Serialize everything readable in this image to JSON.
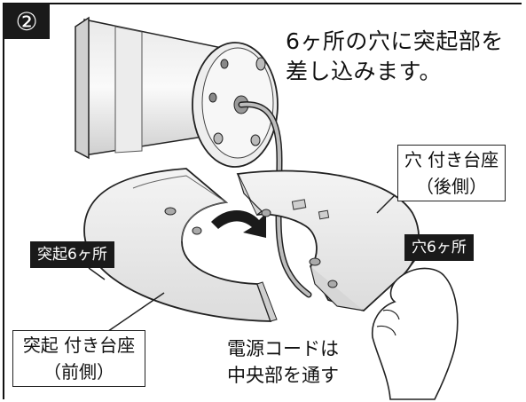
{
  "step": {
    "number": "②"
  },
  "heading": {
    "line1": "6ヶ所の穴に突起部を",
    "line2": "差し込みます。"
  },
  "labels": {
    "rear_base": {
      "line1": "穴 付き台座",
      "line2": "（後側）"
    },
    "front_base": {
      "line1": "突起 付き台座",
      "line2": "（前側）"
    },
    "protrusion_count": "突起6ヶ所",
    "hole_count": "穴6ヶ所",
    "cord_note": {
      "line1": "電源コードは",
      "line2": "中央部を通す"
    }
  },
  "colors": {
    "badge": "#1a1a1a",
    "outline": "#222222",
    "fill_light": "#f2f2f2",
    "fill_mid": "#d9d9d9"
  }
}
